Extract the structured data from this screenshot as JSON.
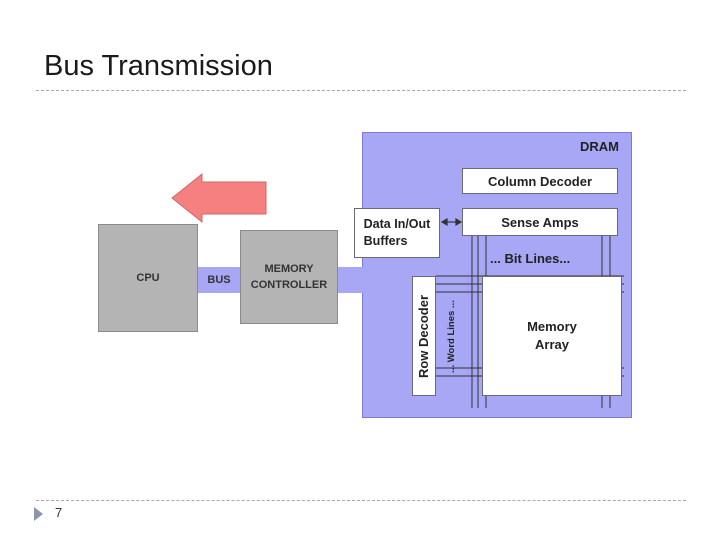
{
  "slide": {
    "title": "Bus Transmission",
    "page_number": "7"
  },
  "diagram": {
    "cpu": "CPU",
    "bus": "BUS",
    "memory_controller": [
      "MEMORY",
      "CONTROLLER"
    ],
    "data_io": [
      "Data In/Out",
      "Buffers"
    ],
    "dram": "DRAM",
    "column_decoder": "Column Decoder",
    "sense_amps": "Sense Amps",
    "bit_lines": "... Bit Lines...",
    "word_lines": "... Word Lines ...",
    "row_decoder": "Row Decoder",
    "memory_array": [
      "Memory",
      "Array"
    ]
  },
  "colors": {
    "dram_fill": "#a7a7f6",
    "component_gray": "#b4b4b4",
    "arrow_fill": "#f68080"
  }
}
